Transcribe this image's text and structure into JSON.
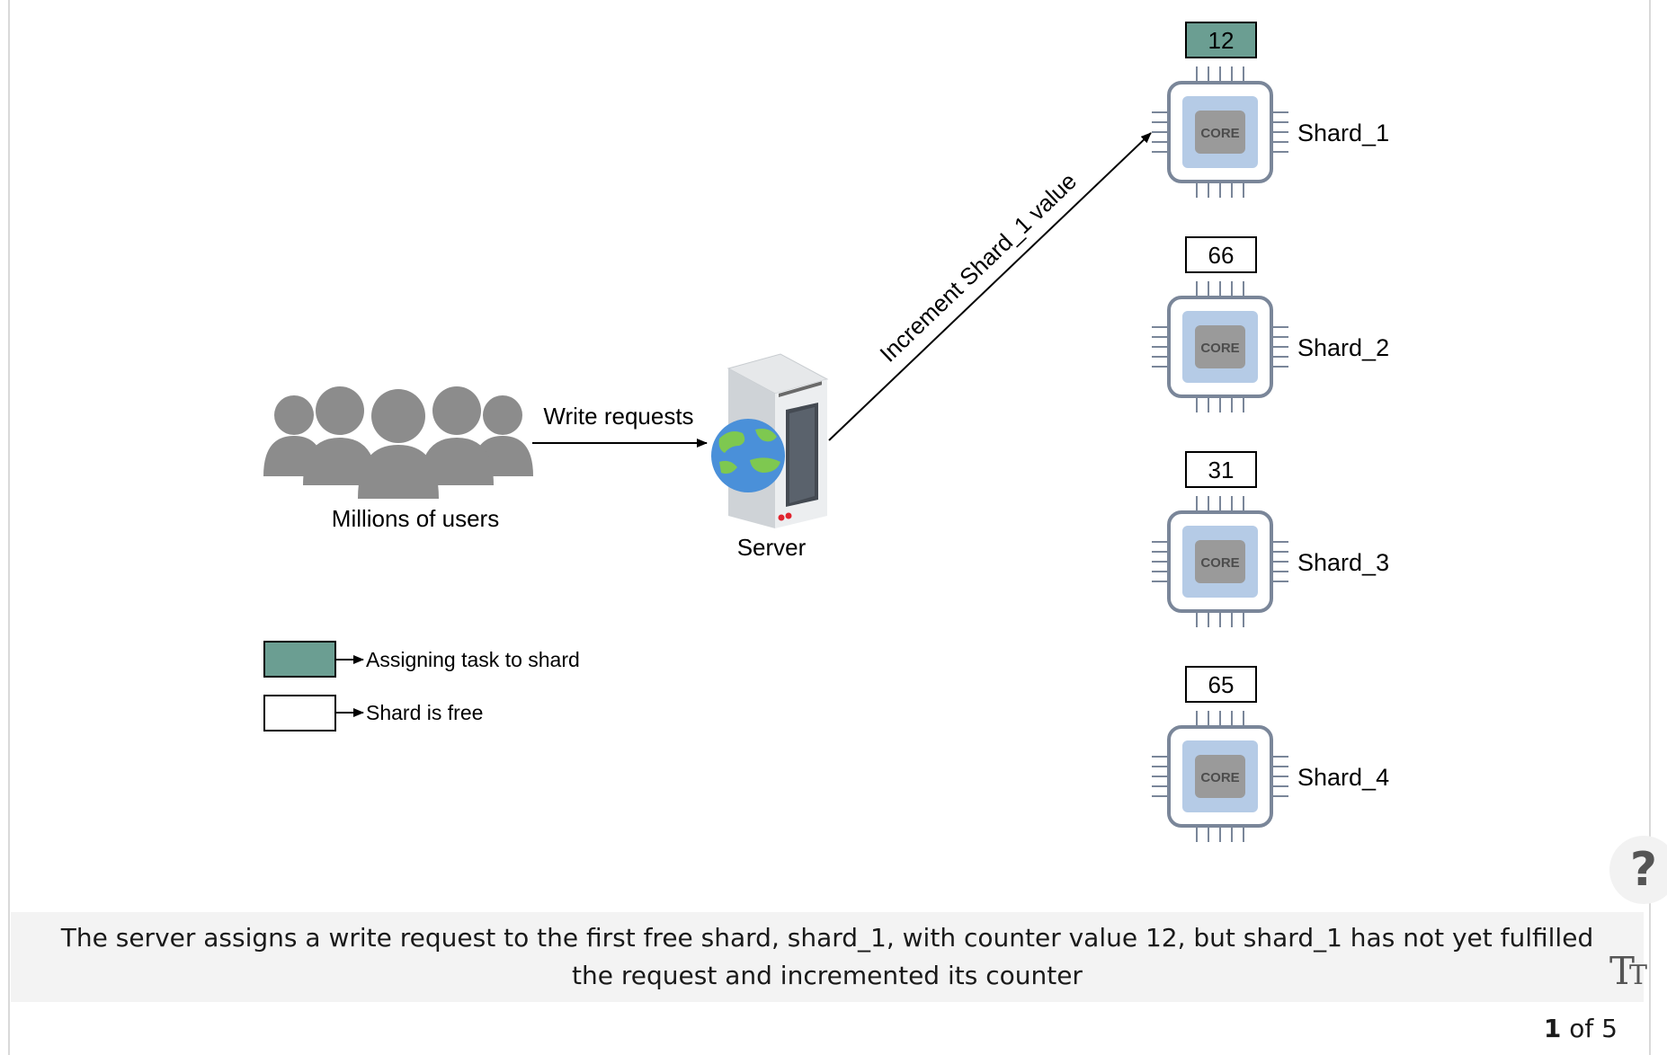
{
  "diagram": {
    "users_label": "Millions of users",
    "write_requests_label": "Write requests",
    "server_label": "Server",
    "arrow_label": "Increment Shard_1 value",
    "core_label": "CORE",
    "shards": [
      {
        "name": "Shard_1",
        "counter": "12",
        "state": "assigning"
      },
      {
        "name": "Shard_2",
        "counter": "66",
        "state": "free"
      },
      {
        "name": "Shard_3",
        "counter": "31",
        "state": "free"
      },
      {
        "name": "Shard_4",
        "counter": "65",
        "state": "free"
      }
    ],
    "legend": [
      {
        "label": "Assigning task to shard",
        "color": "#6b9e92"
      },
      {
        "label": "Shard is free",
        "color": "#ffffff"
      }
    ]
  },
  "caption": "The server assigns a write request to the first free shard, shard_1, with counter value 12, but shard_1 has not yet fulfilled the request and incremented its counter",
  "pager": {
    "current": "1",
    "suffix": " of 5"
  },
  "controls": {
    "help_symbol": "?",
    "font_symbol": "T",
    "font_symbol_small": "T"
  },
  "colors": {
    "assigning": "#6b9e92",
    "free": "#ffffff",
    "user_gray": "#8c8c8c",
    "chip_outline": "#7a8699",
    "core_fill": "#b5cbe6",
    "core_inner": "#9a9a9a"
  }
}
